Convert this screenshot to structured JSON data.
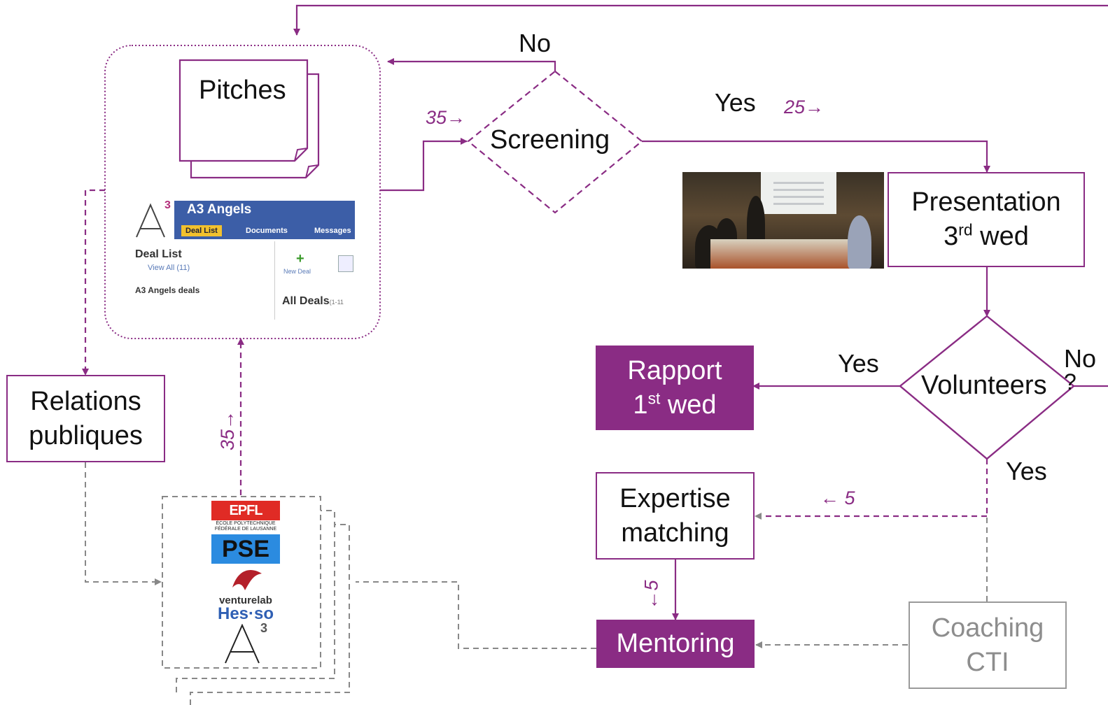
{
  "colors": {
    "accent": "#8a2c84",
    "grey": "#9a9a9a"
  },
  "nodes": {
    "pitches": "Pitches",
    "screening": "Screening",
    "presentation_line1": "Presentation",
    "presentation_line2_pre": "3",
    "presentation_line2_sup": "rd",
    "presentation_line2_post": " wed",
    "volunteers": "Volunteers",
    "volunteers_q": "?",
    "rapport_line1": "Rapport",
    "rapport_line2_pre": "1",
    "rapport_line2_sup": "st",
    "rapport_line2_post": " wed",
    "expertise_line1": "Expertise",
    "expertise_line2": "matching",
    "mentoring": "Mentoring",
    "coaching_line1": "Coaching",
    "coaching_line2": "CTI",
    "relations_line1": "Relations",
    "relations_line2": "publiques"
  },
  "edge_labels": {
    "screening_no": "No",
    "screening_yes": "Yes",
    "volunteers_yes_left": "Yes",
    "volunteers_no": "No",
    "volunteers_yes_down": "Yes"
  },
  "counts": {
    "into_screening": "35→",
    "screening_yes": "25→",
    "to_expertise": "← 5",
    "to_mentoring": "←5",
    "to_pitches": "35→"
  },
  "deal_list_screenshot": {
    "logo_sup": "3",
    "title": "A3 Angels",
    "tab_active": "Deal List",
    "tab_2": "Documents",
    "tab_3": "Messages",
    "heading": "Deal List",
    "view_all": "View All (11)",
    "group": "A3 Angels deals",
    "new_deal": "New Deal",
    "all_deals": "All Deals",
    "all_deals_count": "(1-11"
  },
  "partner_logos": {
    "epfl": "EPFL",
    "epfl_sub": "ÉCOLE POLYTECHNIQUE FÉDÉRALE DE LAUSANNE",
    "psel": "PSE",
    "venturelab": "venturelab",
    "hes": "Hes·so",
    "a3_sup": "3"
  },
  "icons": {
    "pitch_docs": "stacked-documents-icon",
    "presentation_photo": "meeting-photo",
    "partners": "partner-logos-stack"
  }
}
